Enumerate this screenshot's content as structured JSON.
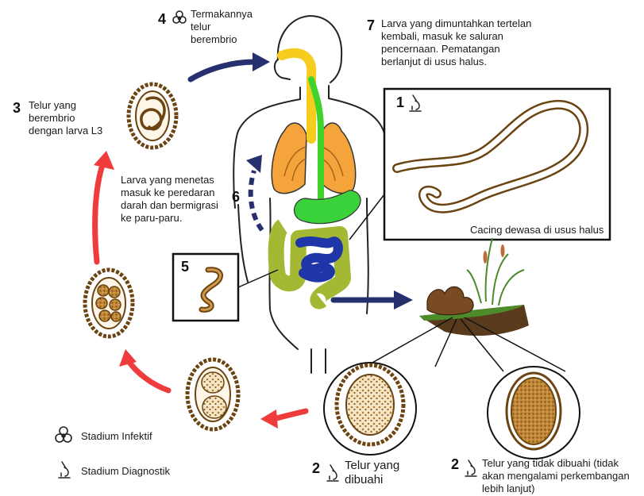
{
  "stages": [
    {
      "num": "4",
      "text": "Termakannya telur berembrio",
      "lines": [
        "Termakannya",
        "telur",
        "berembrio"
      ],
      "icon": "biohazard-icon"
    },
    {
      "num": "7",
      "text": "Larva yang dimuntahkan tertelan kembali, masuk ke saluran pencernaan. Pematangan berlanjut di usus halus.",
      "lines": [
        "Larva yang dimuntahkan tertelan",
        "kembali, masuk ke saluran",
        "pencernaan. Pematangan",
        "berlanjut di usus halus."
      ]
    },
    {
      "num": "3",
      "text": "Telur yang berembrio dengan larva L3",
      "lines": [
        "Telur yang",
        "berembrio",
        "dengan larva L3"
      ]
    },
    {
      "num": "1",
      "text": "Cacing dewasa di usus halus",
      "icon": "microscope-icon"
    },
    {
      "num": "6",
      "text": "Larva yang menetas masuk ke peredaran darah dan bermigrasi ke paru-paru.",
      "lines": [
        "Larva yang menetas",
        "masuk ke peredaran",
        "darah dan bermigrasi",
        "ke paru-paru."
      ]
    },
    {
      "num": "5",
      "text": ""
    },
    {
      "num": "2",
      "text": "Telur yang dibuahi",
      "lines": [
        "Telur yang",
        "dibuahi"
      ],
      "icon": "microscope-icon"
    },
    {
      "num": "2",
      "text": "Telur yang tidak dibuahi (tidak akan mengalami perkembangan lebih lanjut)",
      "lines": [
        "Telur yang tidak dibuahi (tidak",
        "akan mengalami perkembangan",
        "lebih lanjut)"
      ],
      "icon": "microscope-icon"
    }
  ],
  "legend": [
    {
      "label": "Stadium Infektif",
      "icon": "biohazard-icon"
    },
    {
      "label": "Stadium Diagnostik",
      "icon": "microscope-icon"
    }
  ],
  "colors": {
    "arrow_navy": "#26306e",
    "arrow_red": "#ef3b3b",
    "egg_brown": "#6b4412",
    "egg_fill": "#c08838",
    "lungs": "#f4a43a",
    "esophagus": "#f6cd1e",
    "trachea_green": "#3fd32c",
    "stomach_green": "#3ad23a",
    "large_intestine": "#a5b833",
    "small_intestine": "#1f36a8",
    "soil": "#5a3a1c",
    "grass": "#4c8a2a"
  }
}
